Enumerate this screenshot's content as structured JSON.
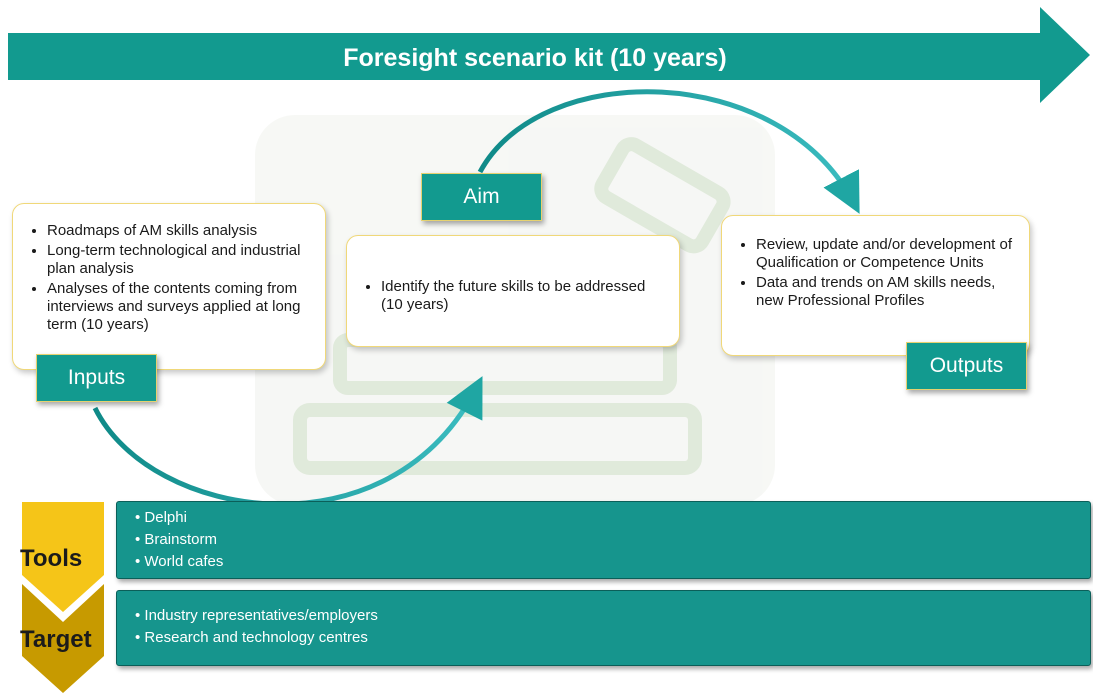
{
  "header": {
    "title": "Foresight scenario kit (10 years)"
  },
  "inputs": {
    "label": "Inputs",
    "items": [
      "Roadmaps of AM skills analysis",
      "Long-term technological and industrial plan analysis",
      "Analyses of the contents coming from interviews and surveys applied at long term (10 years)"
    ]
  },
  "aim": {
    "label": "Aim",
    "items": [
      "Identify the future skills to be addressed (10 years)"
    ]
  },
  "outputs": {
    "label": "Outputs",
    "items": [
      "Review, update and/or development of Qualification or Competence Units",
      "Data and trends on AM skills needs, new Professional Profiles"
    ]
  },
  "tools": {
    "label": "Tools",
    "items": [
      "Delphi",
      "Brainstorm",
      "World cafes"
    ]
  },
  "target": {
    "label": "Target",
    "items": [
      "Industry representatives/employers",
      "Research and technology centres"
    ]
  },
  "colors": {
    "teal": "#129a8f",
    "gold": "#f5c518",
    "dark_gold": "#c79a00",
    "card_border": "#f0d879"
  }
}
